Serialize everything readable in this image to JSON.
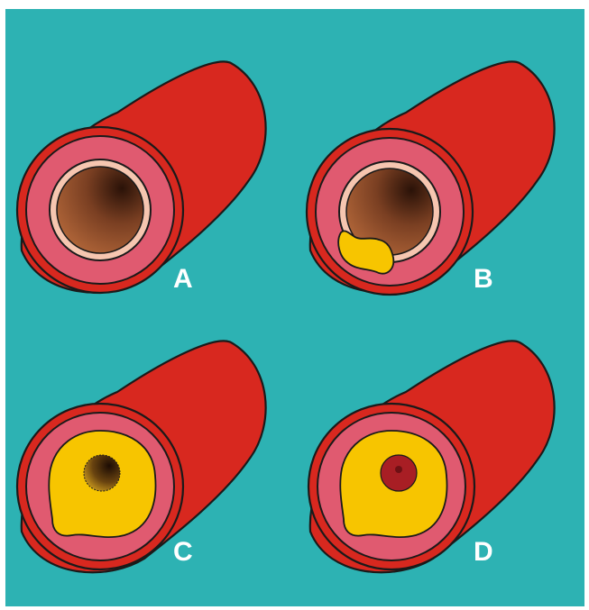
{
  "panels": [
    {
      "id": "A",
      "label": "A",
      "stage": "healthy-artery"
    },
    {
      "id": "B",
      "label": "B",
      "stage": "small-plaque"
    },
    {
      "id": "C",
      "label": "C",
      "stage": "narrowed-lumen"
    },
    {
      "id": "D",
      "label": "D",
      "stage": "occluded-with-clot"
    }
  ],
  "colors": {
    "background": "#2db2b3",
    "outer_wall": "#d8281f",
    "media_layer": "#e05a70",
    "intima_ring": "#f6c6b0",
    "lumen_light": "#b4683a",
    "lumen_dark": "#2a1208",
    "plaque": "#f7c500",
    "clot": "#a81e24",
    "outline": "#1a1a1a",
    "label": "#ffffff"
  }
}
